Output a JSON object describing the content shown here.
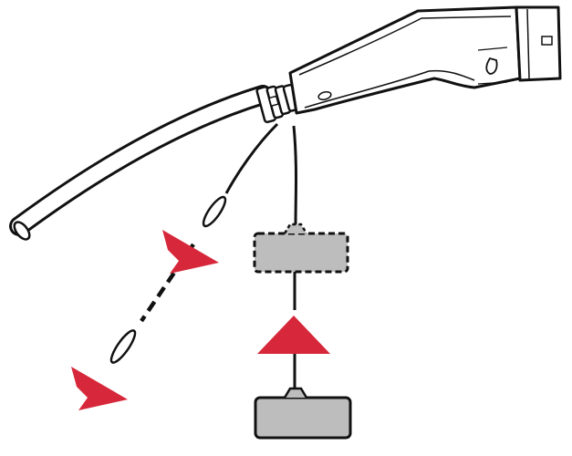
{
  "diagram": {
    "kind": "ev-charging-connector-cap-illustration",
    "text_labels": [],
    "colors": {
      "outline": "#111111",
      "arrow": "#d6283a",
      "cap_fill": "#bdbdbd",
      "background": "#ffffff"
    },
    "components": [
      {
        "name": "charging-connector-handle",
        "icon": "connector-icon"
      },
      {
        "name": "charging-cable",
        "icon": "cable-icon"
      },
      {
        "name": "cap-tether",
        "icon": "tether-icon"
      },
      {
        "name": "protective-cap-detached",
        "icon": "cap-icon",
        "state": "dashed"
      },
      {
        "name": "protective-cap-attached",
        "icon": "cap-icon",
        "state": "solid"
      }
    ],
    "arrows": [
      {
        "name": "arrow-tether-removal",
        "direction": "down-left"
      },
      {
        "name": "arrow-cap-attach",
        "direction": "up"
      }
    ]
  }
}
